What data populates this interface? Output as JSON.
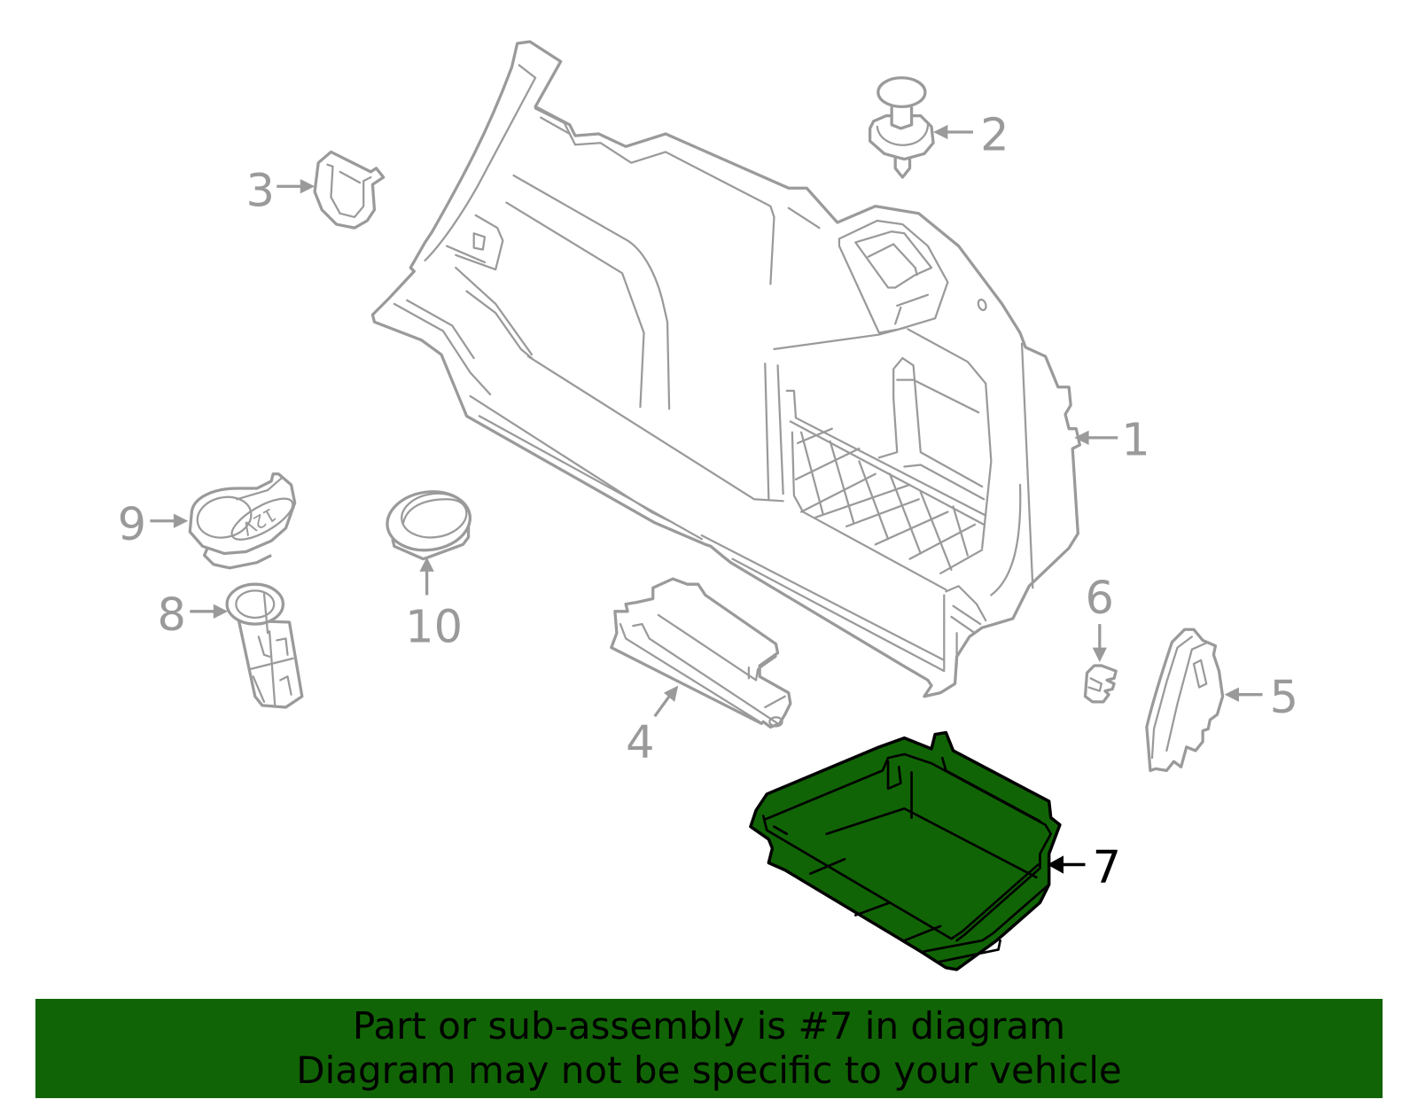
{
  "diagram": {
    "highlighted_part": "7",
    "colors": {
      "highlight_fill": "#116405",
      "highlight_stroke": "#000000",
      "part_stroke": "#9a9a9a",
      "background": "#ffffff"
    },
    "callouts": [
      {
        "number": "1",
        "part": "quarter-trim-panel"
      },
      {
        "number": "2",
        "part": "push-pin-retainer"
      },
      {
        "number": "3",
        "part": "clip"
      },
      {
        "number": "4",
        "part": "bracket"
      },
      {
        "number": "5",
        "part": "side-cover"
      },
      {
        "number": "6",
        "part": "clip-small"
      },
      {
        "number": "7",
        "part": "storage-tray",
        "highlighted": true
      },
      {
        "number": "8",
        "part": "power-outlet-socket"
      },
      {
        "number": "9",
        "part": "12v-outlet-cap"
      },
      {
        "number": "10",
        "part": "grommet"
      }
    ],
    "outlet_cap_text": "12V"
  },
  "banner": {
    "line1": "Part or sub-assembly is #7 in diagram",
    "line2": "Diagram may not be specific to your vehicle"
  }
}
